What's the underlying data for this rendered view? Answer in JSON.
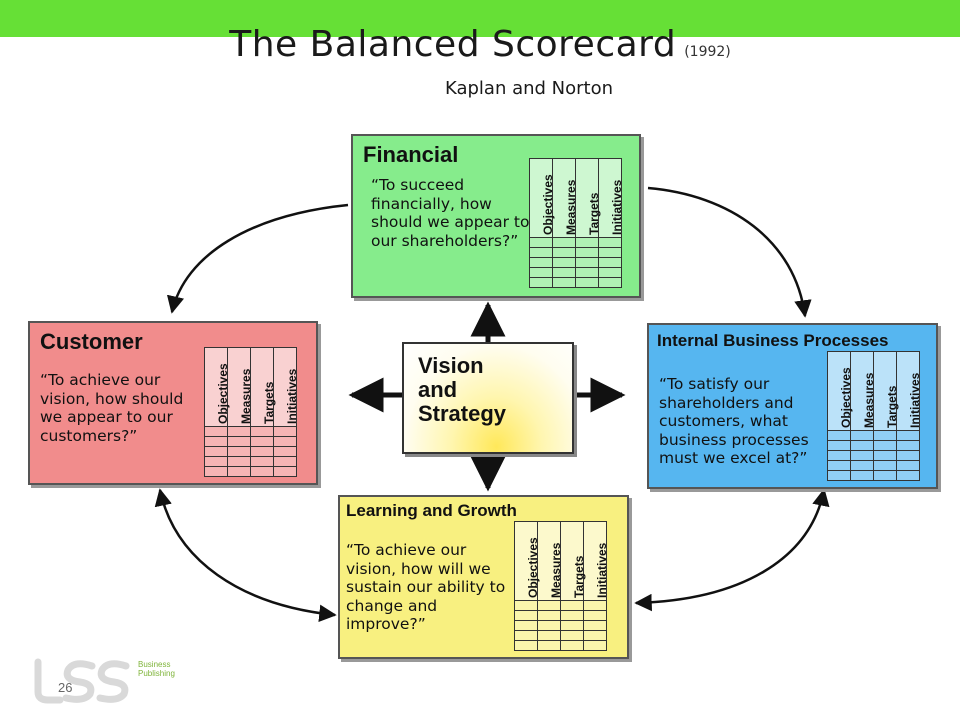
{
  "colors": {
    "topbar": "#66e036",
    "financial": "#86ec8c",
    "customer": "#f18c8c",
    "internal": "#56b6f0",
    "learning": "#f8f080",
    "arrow": "#111111"
  },
  "header": {
    "title": "The Balanced Scorecard",
    "year": "(1992)",
    "subtitle": "Kaplan and Norton"
  },
  "matrix_labels": [
    "Objectives",
    "Measures",
    "Targets",
    "Initiatives"
  ],
  "financial": {
    "heading": "Financial",
    "question": "“To succeed financially, how should we appear to our shareholders?”"
  },
  "customer": {
    "heading": "Customer",
    "question": "“To achieve our vision, how should we appear to our customers?”"
  },
  "internal": {
    "heading": "Internal Business Processes",
    "question": "“To satisfy our shareholders and customers, what business processes must we excel at?”"
  },
  "learning": {
    "heading": "Learning and Growth",
    "question": "“To achieve our vision, how will we sustain our ability to change and improve?”"
  },
  "center": {
    "label": "Vision\nand\nStrategy"
  },
  "footer": {
    "page_number": "26",
    "logo_text": "Business\nPublishing"
  }
}
